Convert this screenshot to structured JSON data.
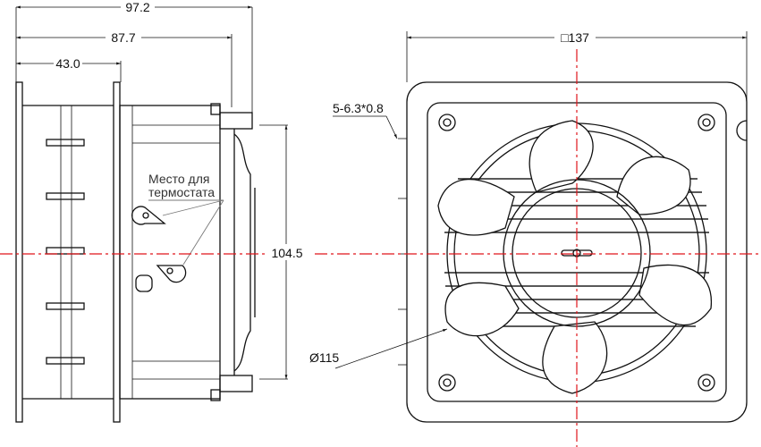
{
  "dimensions": {
    "overall_length": "97.2",
    "body_length": "87.7",
    "flange_depth": "43.0",
    "height": "104.5",
    "square_size": "□137",
    "mount_holes": "5-6.3*0.8",
    "ring_diameter": "Ø115"
  },
  "annotation": {
    "line1": "Место для",
    "line2": "термостата"
  },
  "colors": {
    "centerline": "#e0141a",
    "lines": "#111111"
  }
}
